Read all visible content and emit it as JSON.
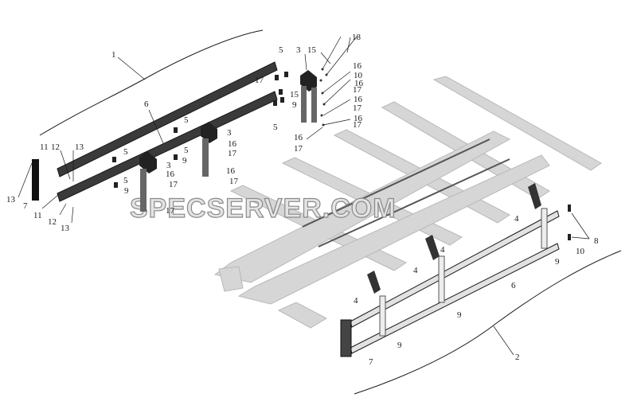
{
  "watermark": "SPECSERVER.COM",
  "callouts": [
    "1",
    "2",
    "3",
    "3",
    "3",
    "4",
    "4",
    "4",
    "4",
    "5",
    "5",
    "5",
    "5",
    "5",
    "5",
    "6",
    "6",
    "7",
    "7",
    "8",
    "9",
    "9",
    "9",
    "9",
    "9",
    "9",
    "10",
    "10",
    "11",
    "11",
    "12",
    "12",
    "13",
    "13",
    "13",
    "15",
    "15",
    "16",
    "16",
    "16",
    "16",
    "16",
    "16",
    "16",
    "16",
    "17",
    "17",
    "17",
    "17",
    "17",
    "17",
    "17",
    "17",
    "17",
    "18"
  ],
  "colors": {
    "line": "#1a1a1a",
    "ghost": "#d6d6d6",
    "ghostEdge": "#b8b8b8",
    "bracket": "#505050"
  }
}
